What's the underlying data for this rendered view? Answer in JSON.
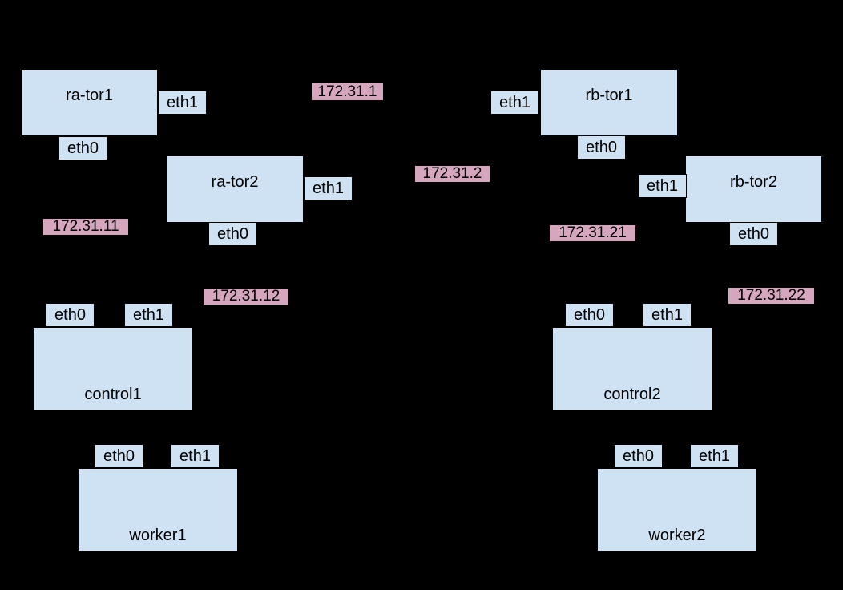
{
  "colors": {
    "background": "#000000",
    "node_fill": "#cfe2f3",
    "node_border": "#000000",
    "ip_fill": "#d5a6bd",
    "text": "#000000"
  },
  "nodes": {
    "ra_tor1": {
      "label": "ra-tor1",
      "ports": {
        "eth0": "eth0",
        "eth1": "eth1"
      }
    },
    "ra_tor2": {
      "label": "ra-tor2",
      "ports": {
        "eth0": "eth0",
        "eth1": "eth1"
      }
    },
    "rb_tor1": {
      "label": "rb-tor1",
      "ports": {
        "eth0": "eth0",
        "eth1": "eth1"
      }
    },
    "rb_tor2": {
      "label": "rb-tor2",
      "ports": {
        "eth0": "eth0",
        "eth1": "eth1"
      }
    },
    "control1": {
      "label": "control1",
      "ports": {
        "eth0": "eth0",
        "eth1": "eth1"
      }
    },
    "control2": {
      "label": "control2",
      "ports": {
        "eth0": "eth0",
        "eth1": "eth1"
      }
    },
    "worker1": {
      "label": "worker1",
      "ports": {
        "eth0": "eth0",
        "eth1": "eth1"
      }
    },
    "worker2": {
      "label": "worker2",
      "ports": {
        "eth0": "eth0",
        "eth1": "eth1"
      }
    }
  },
  "subnets": {
    "s1": "172.31.1",
    "s2": "172.31.2",
    "s11": "172.31.11",
    "s12": "172.31.12",
    "s21": "172.31.21",
    "s22": "172.31.22"
  }
}
